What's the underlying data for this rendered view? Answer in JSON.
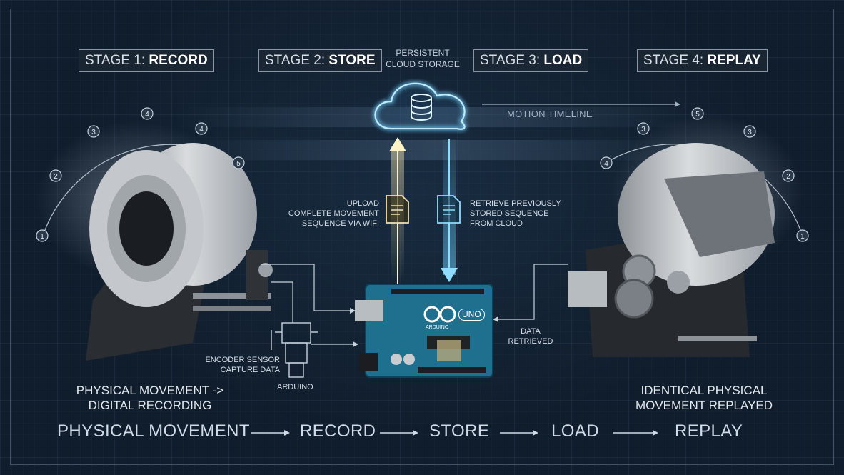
{
  "stages": [
    {
      "prefix": "STAGE 1: ",
      "name": "RECORD"
    },
    {
      "prefix": "STAGE 2: ",
      "name": "STORE"
    },
    {
      "prefix": "STAGE 3: ",
      "name": "LOAD"
    },
    {
      "prefix": "STAGE 4: ",
      "name": "REPLAY"
    }
  ],
  "cloud": {
    "line1": "PERSISTENT",
    "line2": "CLOUD STORAGE"
  },
  "timeline_label": "MOTION TIMELINE",
  "upload_text": {
    "line1": "UPLOAD",
    "line2": "COMPLETE MOVEMENT",
    "line3": "SEQUENCE VIA WIFI"
  },
  "retrieve_text": {
    "line1": "RETRIEVE PREVIOUSLY",
    "line2": "STORED SEQUENCE",
    "line3": "FROM CLOUD"
  },
  "encoder_text": {
    "line1": "ENCODER SENSOR",
    "line2": "CAPTURE DATA"
  },
  "arduino_label": "ARDUINO",
  "data_retrieved": {
    "line1": "DATA",
    "line2": "RETRIEVED"
  },
  "board": {
    "logo_text": "UNO",
    "brand": "ARDUINO"
  },
  "left_caption": {
    "line1": "PHYSICAL MOVEMENT ->",
    "line2": "DIGITAL RECORDING"
  },
  "right_caption": {
    "line1": "IDENTICAL PHYSICAL",
    "line2": "MOVEMENT REPLAYED"
  },
  "left_arc_markers": [
    "1",
    "2",
    "3",
    "4",
    "4",
    "5"
  ],
  "right_arc_markers": [
    "4",
    "3",
    "5",
    "3",
    "2",
    "1"
  ],
  "flow": [
    "PHYSICAL MOVEMENT",
    "RECORD",
    "STORE",
    "LOAD",
    "REPLAY"
  ],
  "colors": {
    "accent_glow": "#6fd0ff",
    "upload_glow": "#f1e3b0",
    "board": "#1f6f8e",
    "motor": "#c9ccd0"
  }
}
